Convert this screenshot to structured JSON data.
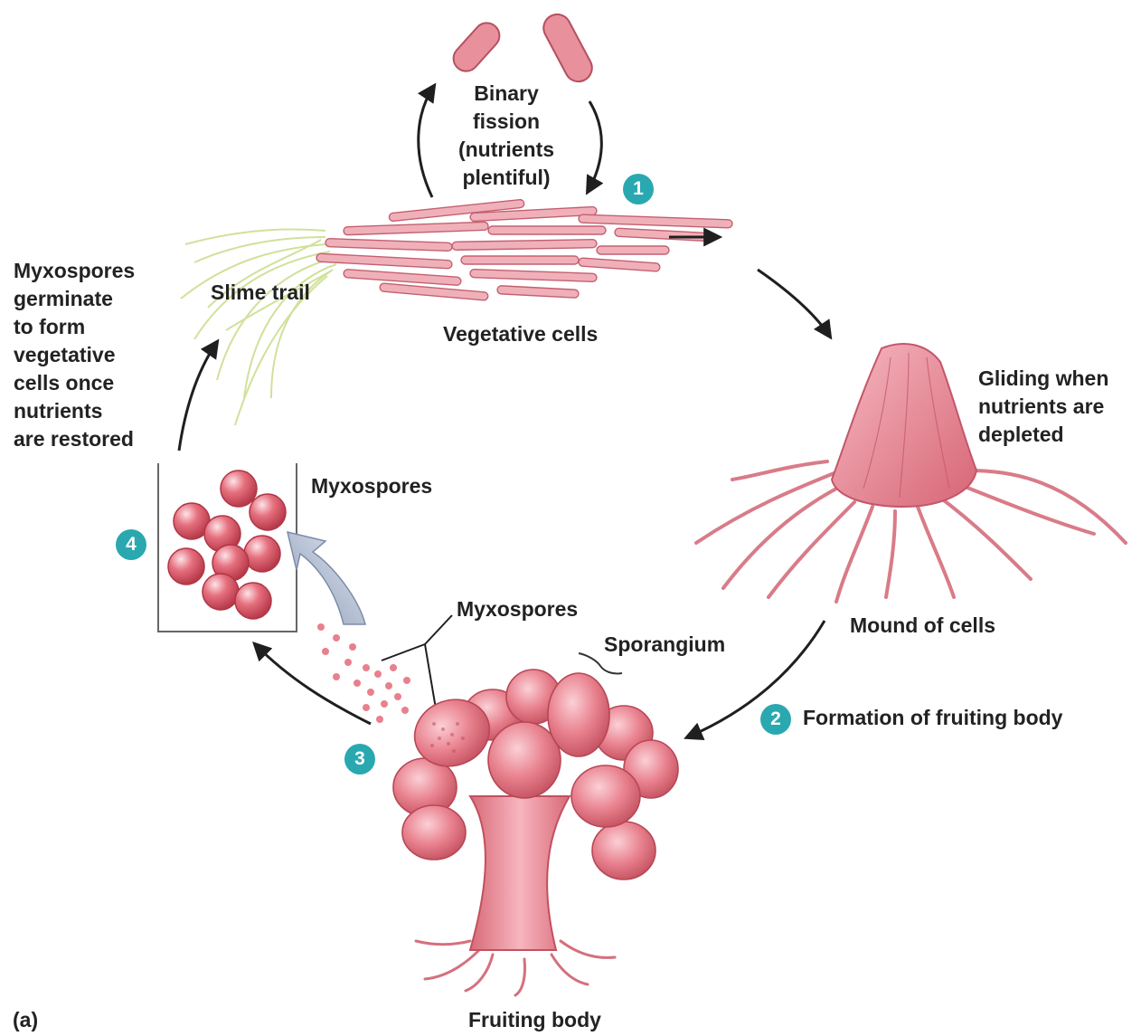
{
  "labels": {
    "binary_fission": "Binary\nfission\n(nutrients\nplentiful)",
    "vegetative_cells": "Vegetative cells",
    "slime_trail": "Slime trail",
    "germinate": "Myxospores\ngerminate\nto form\nvegetative\ncells once\nnutrients\nare restored",
    "gliding": "Gliding when\nnutrients are\ndepleted",
    "myxospores_box": "Myxospores",
    "myxospores_release": "Myxospores",
    "sporangium": "Sporangium",
    "mound": "Mound of cells",
    "formation": "Formation of fruiting body",
    "fruiting_body": "Fruiting body",
    "panel": "(a)"
  },
  "steps": [
    "1",
    "2",
    "3",
    "4"
  ],
  "colors": {
    "cell_pink": "#e07a8a",
    "cell_light": "#f2b3bd",
    "spore_red": "#d9505e",
    "slime_green": "#c8dc8a",
    "step_teal": "#2aa8b0",
    "arrow_dark": "#1f1f1f",
    "big_arrow": "#b9c6da"
  }
}
